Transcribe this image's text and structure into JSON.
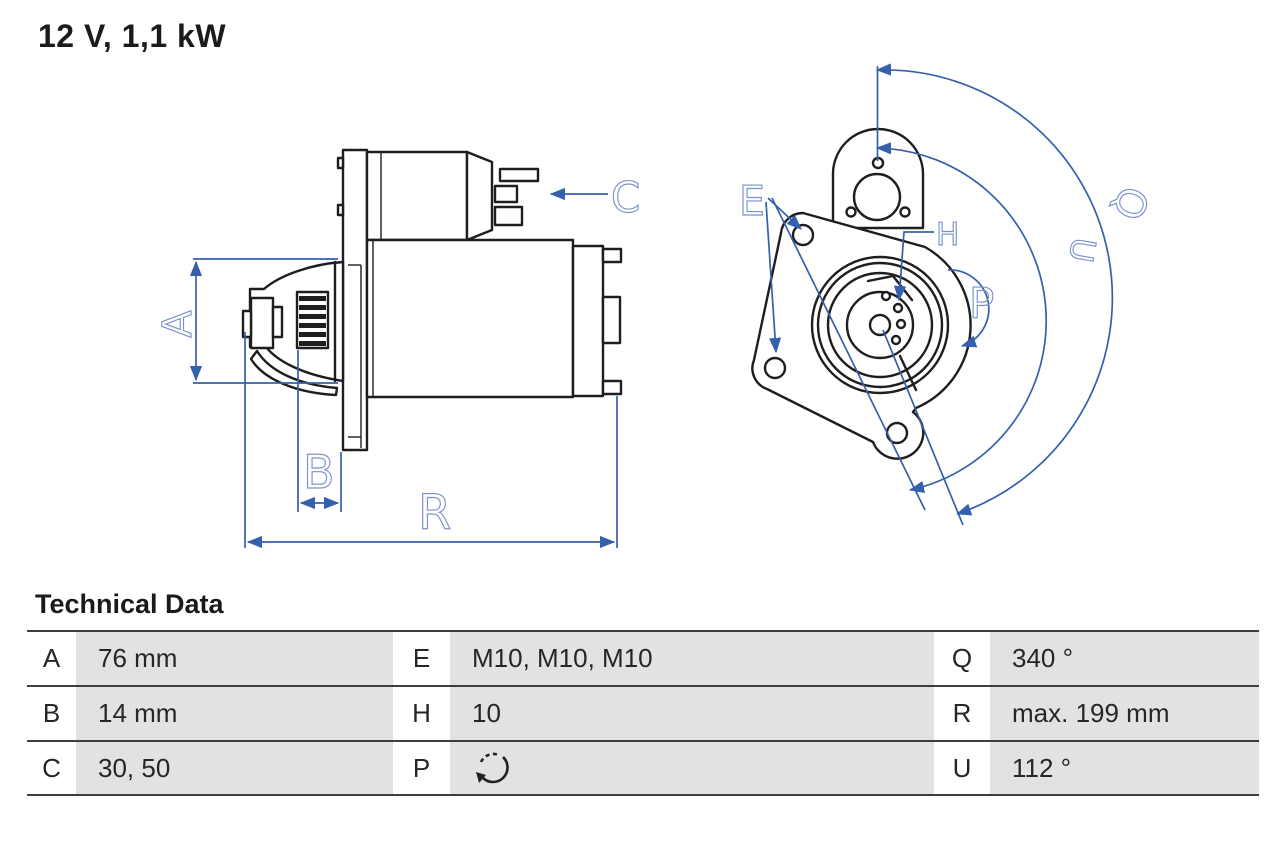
{
  "title": "12 V, 1,1 kW",
  "diagram": {
    "side_view": {
      "labels": {
        "a": "A",
        "b": "B",
        "c": "C",
        "r": "R"
      }
    },
    "front_view": {
      "labels": {
        "e": "E",
        "h": "H",
        "p": "P",
        "q": "Q",
        "u": "U"
      }
    },
    "colors": {
      "dimension_blue": "#3560ac",
      "label_blue": "#7b92cc",
      "line_black": "#1e1e20",
      "table_cell_gray": "#e2e2e2"
    }
  },
  "technical_data": {
    "heading": "Technical Data",
    "rows": [
      [
        {
          "key": "A",
          "value": "76 mm"
        },
        {
          "key": "E",
          "value": "M10, M10, M10"
        },
        {
          "key": "Q",
          "value": "340 °"
        }
      ],
      [
        {
          "key": "B",
          "value": "14 mm"
        },
        {
          "key": "H",
          "value": "10"
        },
        {
          "key": "R",
          "value": "max. 199 mm"
        }
      ],
      [
        {
          "key": "C",
          "value": "30, 50"
        },
        {
          "key": "P",
          "value": "",
          "icon": "rotation-direction-icon"
        },
        {
          "key": "U",
          "value": "112 °"
        }
      ]
    ]
  }
}
